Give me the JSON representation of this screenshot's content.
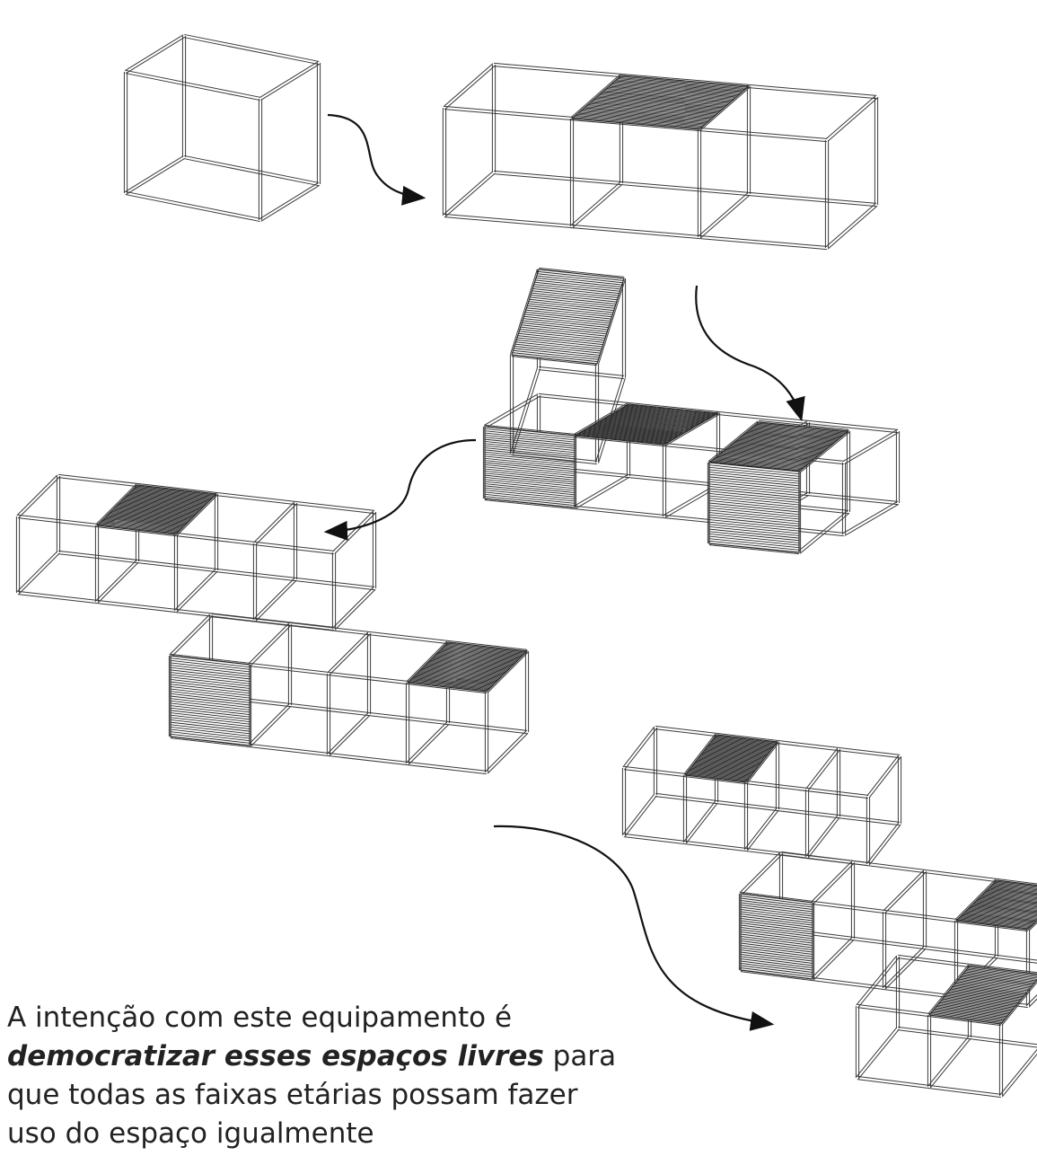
{
  "caption": {
    "line1": "A intenção com este equipamento é",
    "emphasis": "democratizar esses espaços livres",
    "line2_rest": " para",
    "line3": "que todas as faixas etárias possam fazer",
    "line4": "uso do espaço igualmente"
  },
  "colors": {
    "frame_stroke": "#3a3a3a",
    "hatch_stroke": "#2a2a2a",
    "arrow": "#111111",
    "text": "#222222"
  }
}
